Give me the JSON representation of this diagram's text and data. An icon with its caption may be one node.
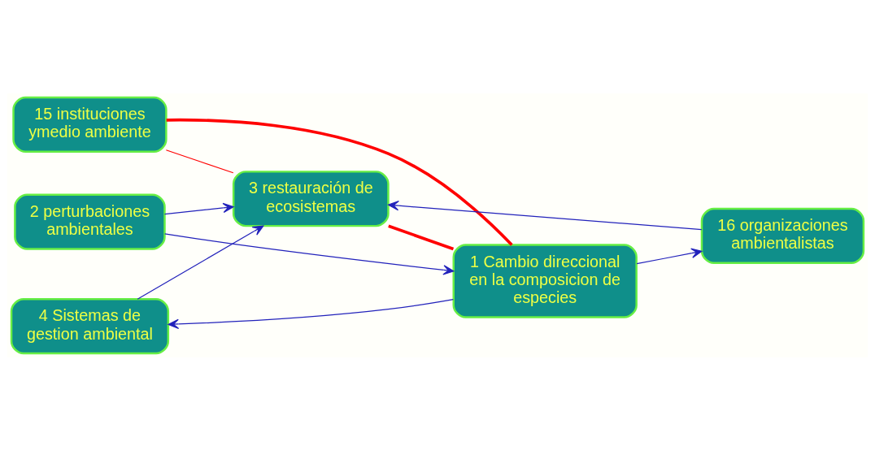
{
  "diagram": {
    "nodes": [
      {
        "text": [
          "4 Sistemas de gestion ambiental"
        ]
      },
      {
        "text": [
          "15 instituciones ymedio ambiente"
        ]
      },
      {
        "text": [
          "3 restauración de ecosistemas"
        ]
      },
      {
        "text": [
          "16 organizaciones ambientalistas"
        ]
      },
      {
        "text": [
          "1 Cambio direccional en la composicion de especies"
        ]
      },
      {
        "text": [
          "2 perturbaciones ambientales"
        ]
      }
    ],
    "edges": [
      {
        "from": 4,
        "to": 0,
        "arrow": "to"
      },
      {
        "from": 0,
        "to": 2,
        "arrow": "to"
      },
      {
        "from": 1,
        "to": 2,
        "arrow": "none",
        "color": "#ff0000"
      },
      {
        "from": 1,
        "to": 4,
        "arrow": "none",
        "color": "#ff0000",
        "style": "thick"
      },
      {
        "from": 2,
        "to": 4,
        "arrow": "none",
        "color": "#ff0000",
        "style": "thick"
      },
      {
        "from": 5,
        "to": 2,
        "arrow": "to"
      },
      {
        "from": 5,
        "to": 4,
        "arrow": "to"
      },
      {
        "from": 4,
        "to": 3,
        "arrow": "to"
      },
      {
        "from": 3,
        "to": 2,
        "arrow": "to"
      }
    ]
  }
}
